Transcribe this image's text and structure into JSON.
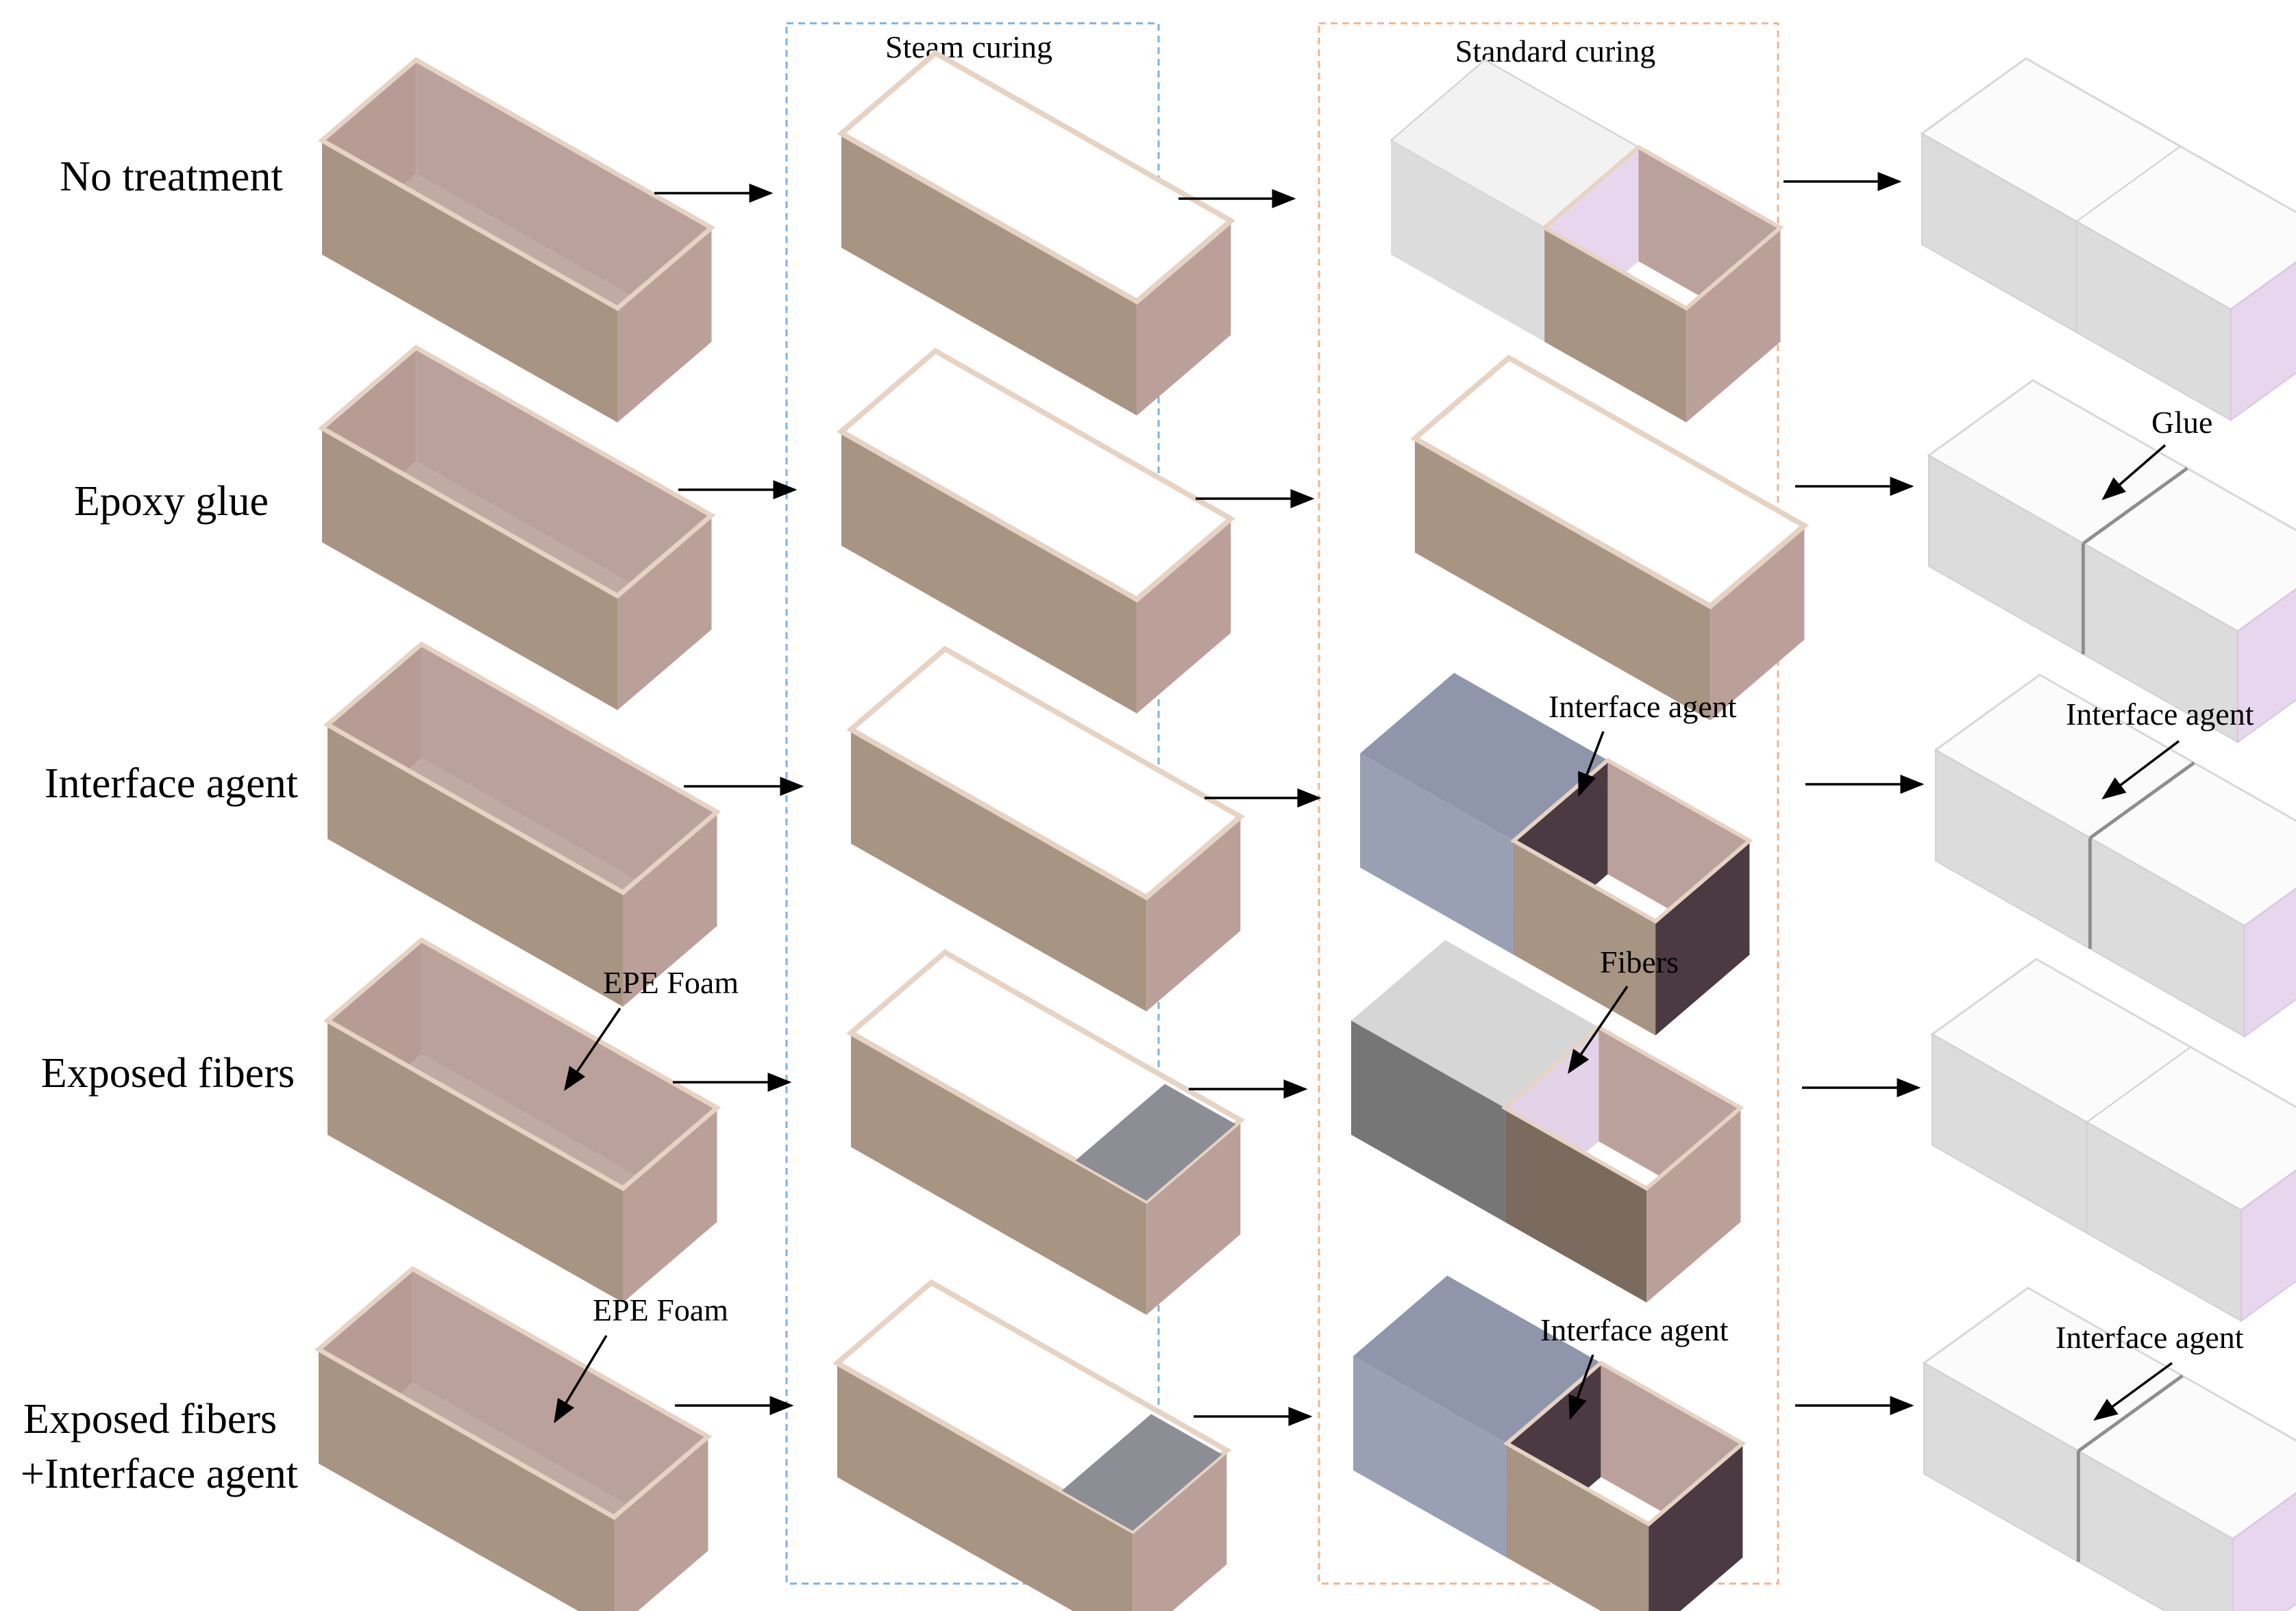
{
  "groups": {
    "steam": "Steam curing",
    "standard": "Standard curing"
  },
  "rows": [
    {
      "label_lines": [
        "No treatment"
      ]
    },
    {
      "label_lines": [
        "Epoxy glue"
      ]
    },
    {
      "label_lines": [
        "Interface agent"
      ]
    },
    {
      "label_lines": [
        "Exposed fibers"
      ]
    },
    {
      "label_lines": [
        "Exposed fibers",
        "+Interface agent"
      ]
    }
  ],
  "callouts": {
    "epe_foam": "EPE Foam",
    "glue": "Glue",
    "interface_agent": "Interface agent",
    "fibers": "Fibers"
  },
  "colors": {
    "steam_border": "#7fb2e5",
    "standard_border": "#f2b48c",
    "mold_front": "#a89483",
    "mold_side": "#bba09a",
    "mold_inner": "#bba19c",
    "mold_rim": "#e7d3c3",
    "concrete_light": "#dcdcdc",
    "concrete_top": "#ffffff",
    "end_face_pink": "#e7d6ee",
    "interface_blue": "#9aa0b4",
    "dark_face": "#4b3a41",
    "foam_gray": "#8d8d95",
    "arrow": "#000000"
  }
}
